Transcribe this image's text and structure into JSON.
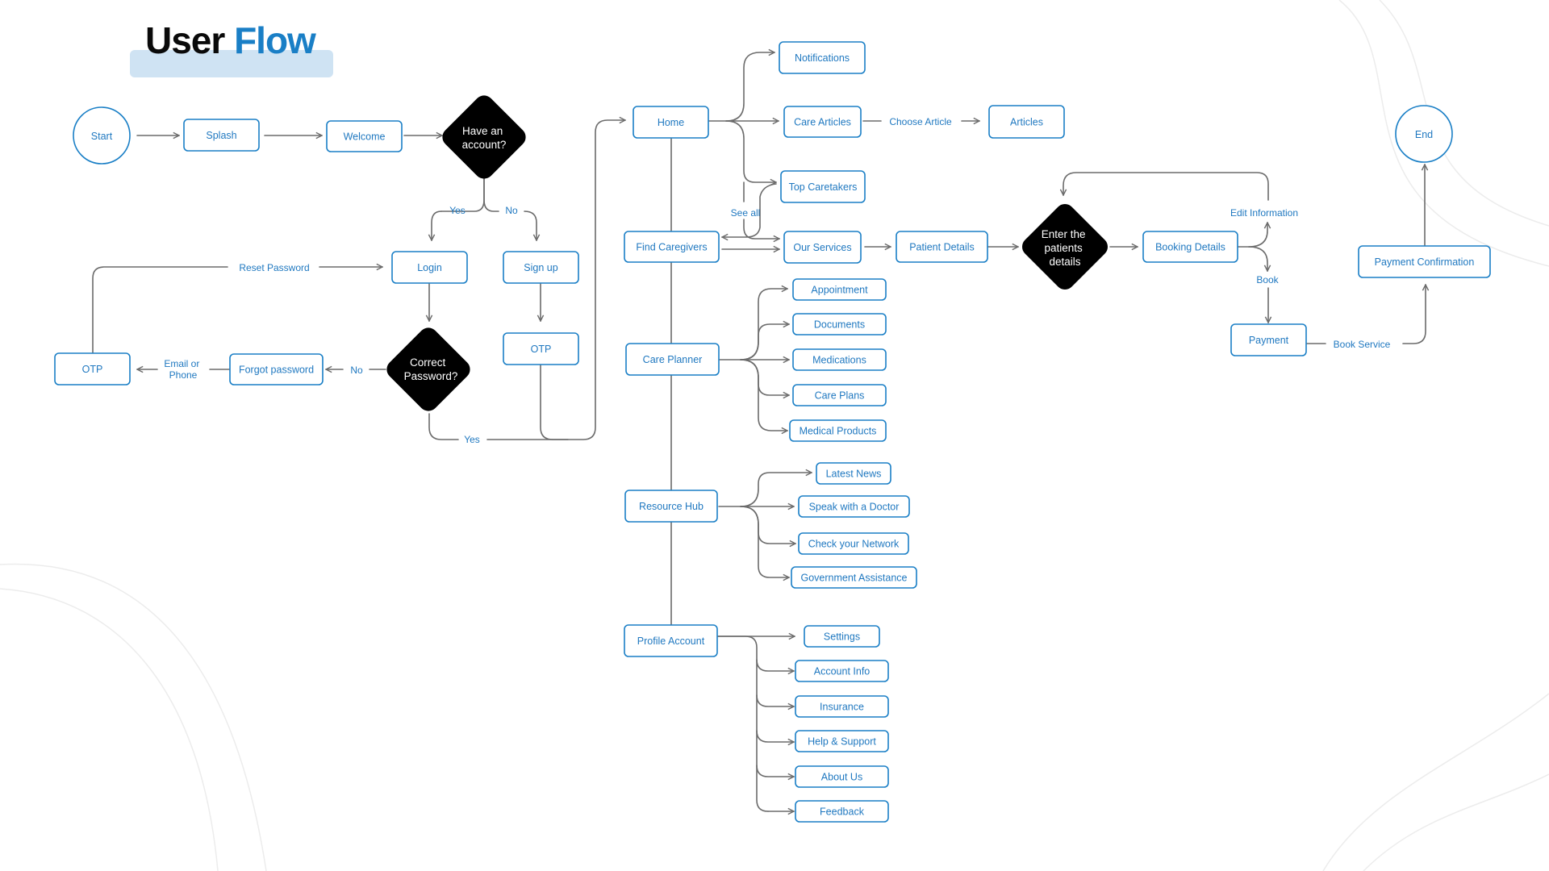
{
  "title": {
    "part1": "User Flow",
    "accent_color": "#1a7fc6",
    "text_color": "#0a0a0a"
  },
  "nodes": {
    "start": "Start",
    "splash": "Splash",
    "welcome": "Welcome",
    "have_account": [
      "Have an",
      "account?"
    ],
    "login": "Login",
    "signup": "Sign up",
    "otp_signup": "OTP",
    "correct_password": [
      "Correct",
      "Password?"
    ],
    "forgot_password": "Forgot password",
    "otp_reset": "OTP",
    "home": "Home",
    "find_caregivers": "Find Caregivers",
    "care_planner": "Care Planner",
    "resource_hub": "Resource Hub",
    "profile_account": "Profile Account",
    "notifications": "Notifications",
    "care_articles": "Care Articles",
    "articles": "Articles",
    "top_caretakers": "Top Caretakers",
    "our_services": "Our Services",
    "patient_details": "Patient Details",
    "enter_patients_details": [
      "Enter the",
      "patients",
      "details"
    ],
    "booking_details": "Booking Details",
    "payment": "Payment",
    "payment_confirmation": "Payment Confirmation",
    "end": "End",
    "appointment": "Appointment",
    "documents": "Documents",
    "medications": "Medications",
    "care_plans": "Care Plans",
    "medical_products": "Medical Products",
    "latest_news": "Latest News",
    "speak_doctor": "Speak with a Doctor",
    "check_network": "Check your Network",
    "government_assistance": "Government Assistance",
    "settings": "Settings",
    "account_info": "Account Info",
    "insurance": "Insurance",
    "help_support": "Help & Support",
    "about_us": "About Us",
    "feedback": "Feedback"
  },
  "edge_labels": {
    "yes_account": "Yes",
    "no_account": "No",
    "reset_password": "Reset Password",
    "no_password": "No",
    "email_or_phone": [
      "Email or",
      "Phone"
    ],
    "yes_password": "Yes",
    "see_all": "See all",
    "choose_article": "Choose Article",
    "edit_information": "Edit Information",
    "book": "Book",
    "book_service": "Book Service"
  },
  "colors": {
    "node_border": "#1a7fc6",
    "node_text": "#1f78c0",
    "connector": "#6b6b6b",
    "decision_fill": "#000000",
    "title_highlight": "#cfe3f3"
  }
}
